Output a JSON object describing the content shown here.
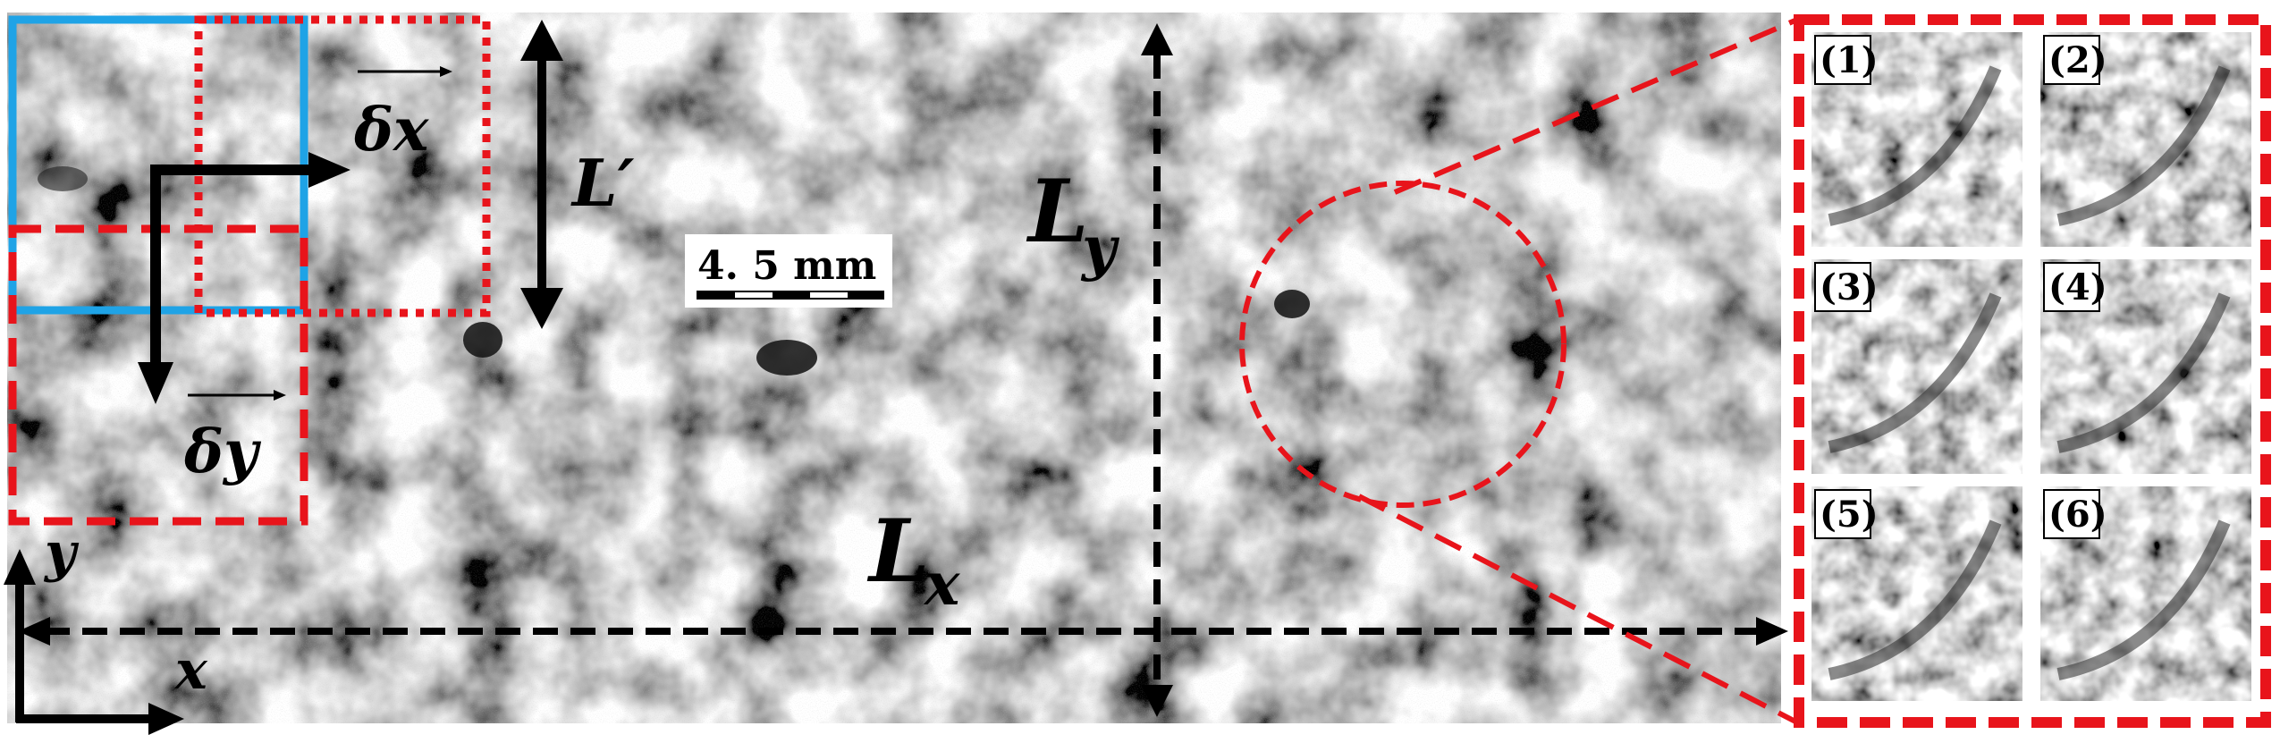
{
  "figure": {
    "labels": {
      "delta_x": "δx",
      "delta_y": "δy",
      "l_prime": "L′",
      "l_x": "L",
      "l_x_sub": "x",
      "l_y": "L",
      "l_y_sub": "y",
      "axis_x": "x",
      "axis_y": "y"
    },
    "scale_bar": {
      "label": "4. 5 mm"
    },
    "inset_panels": [
      {
        "id": "1",
        "tag": "(1)"
      },
      {
        "id": "2",
        "tag": "(2)"
      },
      {
        "id": "3",
        "tag": "(3)"
      },
      {
        "id": "4",
        "tag": "(4)"
      },
      {
        "id": "5",
        "tag": "(5)"
      },
      {
        "id": "6",
        "tag": "(6)"
      }
    ],
    "colors": {
      "highlight_red": "#e8141b",
      "window_blue": "#1fa3e6",
      "arrow_black": "#000000"
    }
  }
}
